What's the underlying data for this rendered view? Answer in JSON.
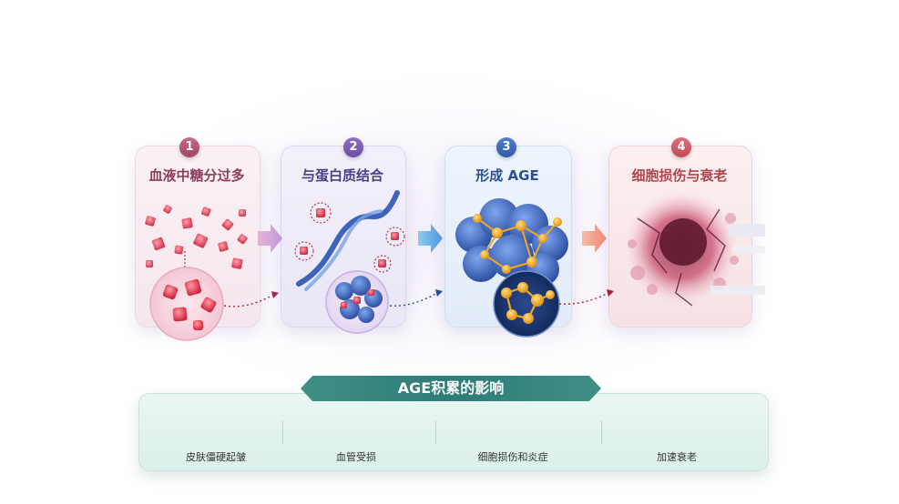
{
  "steps": [
    {
      "number": "1",
      "title": "血液中糖分过多"
    },
    {
      "number": "2",
      "title": "与蛋白质结合"
    },
    {
      "number": "3",
      "title": "形成 AGE"
    },
    {
      "number": "4",
      "title": "细胞损伤与衰老"
    }
  ],
  "impact": {
    "banner": "AGE积累的影响",
    "items": [
      {
        "label": "皮肤僵硬起皱",
        "icon": "skin-icon"
      },
      {
        "label": "血管受损",
        "icon": "blood-vessel-icon"
      },
      {
        "label": "细胞损伤和炎症",
        "icon": "damaged-cells-icon"
      },
      {
        "label": "加速衰老",
        "icon": "aging-clock-icon"
      }
    ]
  },
  "colors": {
    "step1": "#8d3f5e",
    "step2": "#4b3e86",
    "step3": "#2d4f93",
    "step4": "#b3434f",
    "banner": "#2d7c78"
  }
}
